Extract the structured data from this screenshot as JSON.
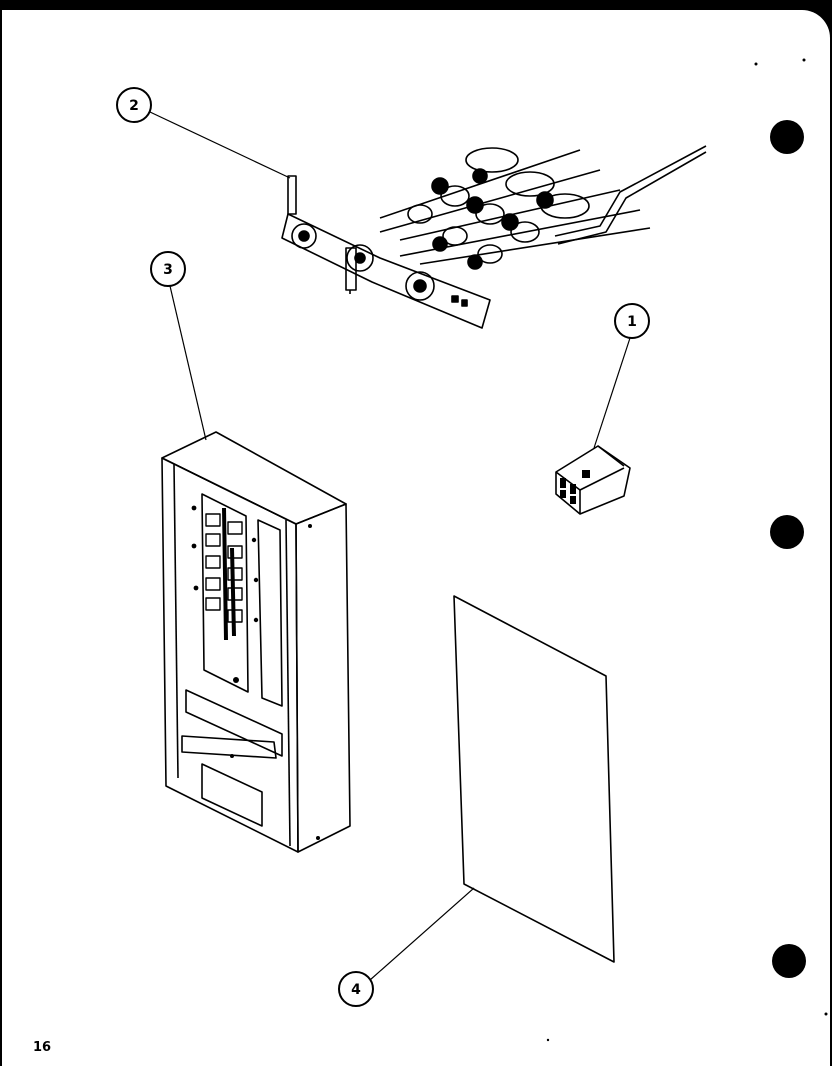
{
  "callouts": {
    "c1": "1",
    "c2": "2",
    "c3": "3",
    "c4": "4"
  },
  "page_number": "16"
}
